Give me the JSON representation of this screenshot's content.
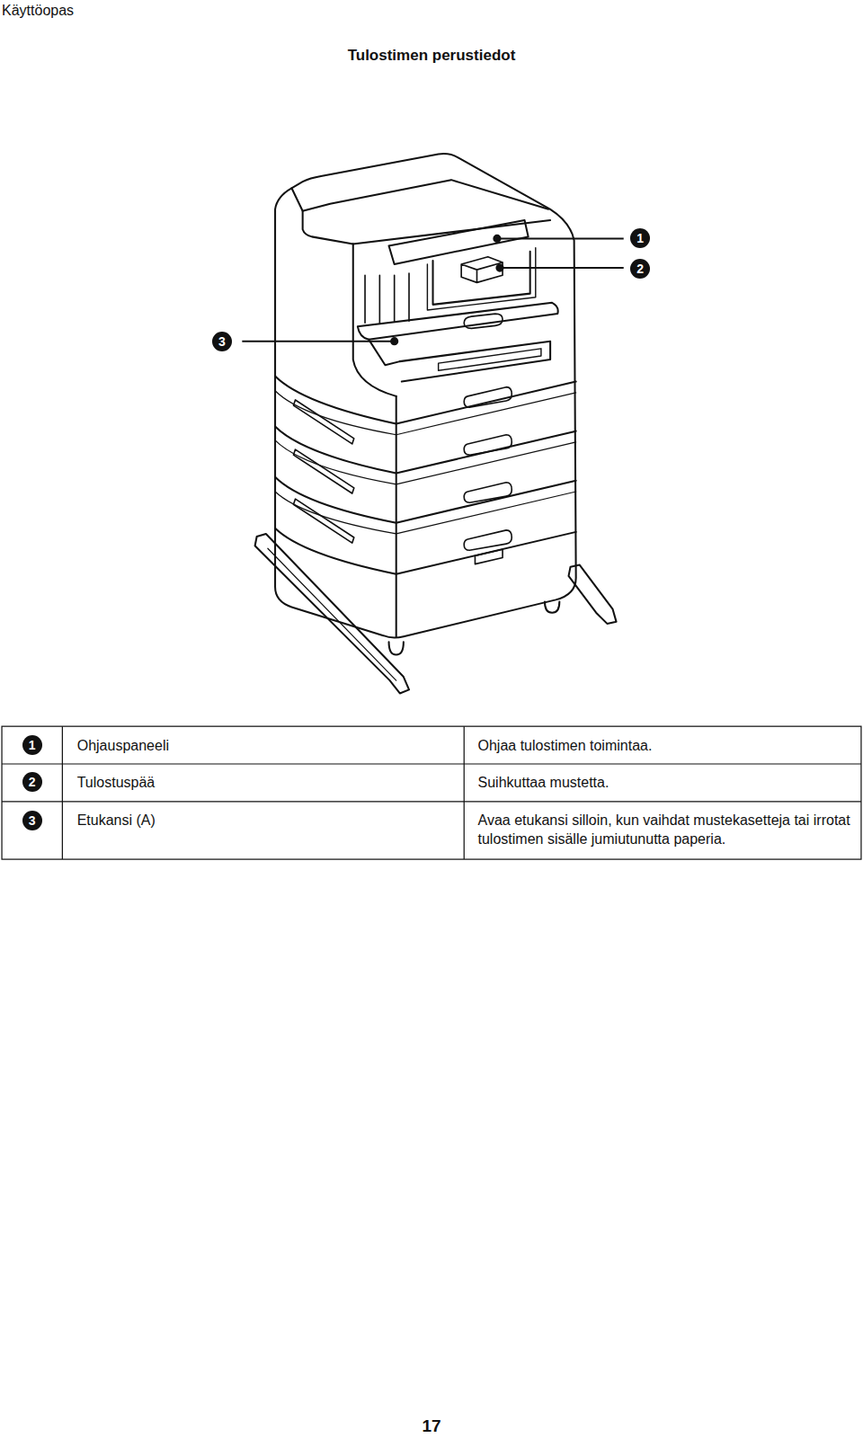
{
  "diagram": {
    "title": "Tulostimen perustiedot",
    "labels": [
      "Käyttöopas",
      "1",
      "2",
      "3",
      "1",
      "Ohjauspaneeli",
      "Ohjaa tulostimen toimintaa.",
      "2",
      "Tulostuspää",
      "Suihkuttaa mustetta.",
      "3",
      "Etukansi (A)",
      "Avaa etukansi silloin, kun vaihdat mustekasetteja tai irrotat tulostimen sisälle jumiutunutta paperia.",
      "17"
    ]
  }
}
